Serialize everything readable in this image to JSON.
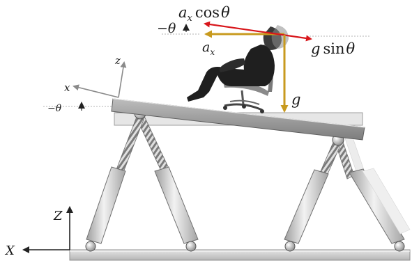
{
  "labels": {
    "ax_cos_var": "a",
    "ax_cos_sub": "x",
    "ax_cos_fn": "cos",
    "ax_cos_theta": "θ",
    "neg_theta_top": "−θ",
    "ax_var": "a",
    "ax_sub": "x",
    "g_sin_var": "g",
    "g_sin_fn": "sin",
    "g_sin_theta": "θ",
    "g": "g",
    "platform_z": "z",
    "platform_x": "x",
    "neg_theta_platform": "−θ",
    "ground_Z": "Z",
    "ground_X": "X"
  },
  "colors": {
    "red_vector": "#d8161b",
    "gold_vector": "#c89a1e",
    "axis_grey": "#8a8a8a",
    "platform": "#9a9a9a",
    "platform_dark": "#6f6f6f",
    "actuator": "#c9c9c9",
    "spring": "#8c8c8c"
  }
}
